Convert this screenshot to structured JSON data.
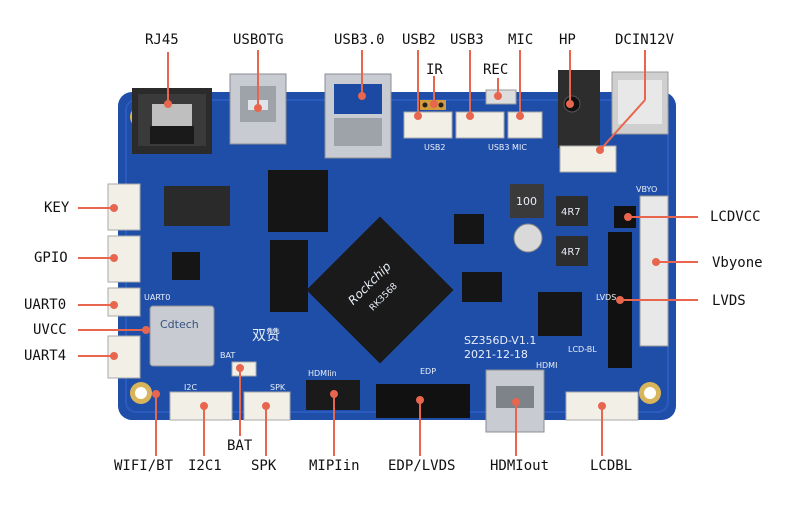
{
  "callouts": {
    "rj45": "RJ45",
    "usbotg": "USBOTG",
    "usb30": "USB3.0",
    "usb2": "USB2",
    "usb3": "USB3",
    "mic": "MIC",
    "hp": "HP",
    "dcin": "DCIN12V",
    "ir": "IR",
    "rec": "REC",
    "key": "KEY",
    "gpio": "GPIO",
    "uart0": "UART0",
    "uvcc": "UVCC",
    "uart4": "UART4",
    "lcdvcc": "LCDVCC",
    "vbyone": "Vbyone",
    "lvds": "LVDS",
    "wifibt": "WIFI/BT",
    "i2c1": "I2C1",
    "bat": "BAT",
    "spk": "SPK",
    "mipiin": "MIPIin",
    "edplvds": "EDP/LVDS",
    "hdmiout": "HDMIout",
    "lcdbl": "LCDBL"
  },
  "board": {
    "model": "SZ356D-V1.1",
    "date": "2021-12-18",
    "soc_brand": "Rockchip",
    "soc_part": "RK3568",
    "brand_cn": "双赞",
    "wifi_module": "Cdtech",
    "inductor_top": "100",
    "inductor_a": "4R7",
    "inductor_b": "4R7",
    "silk_hdmi": "HDMI",
    "silk_hdmiin": "HDMIin",
    "silk_edp": "EDP",
    "silk_lcdbl": "LCD-BL",
    "silk_vbyo": "VBYO",
    "silk_lvds": "LVDS",
    "silk_i2c": "I2C",
    "silk_spk": "SPK",
    "silk_bat": "BAT",
    "silk_uart0": "UART0",
    "silk_usb2": "USB2",
    "silk_usb3mic": "USB3 MIC"
  },
  "colors": {
    "board": "#1f4ea8",
    "board_dark": "#163c86",
    "callout_line": "#e8664e",
    "connector": "#f2efe6",
    "metal": "#c8ccd2"
  }
}
